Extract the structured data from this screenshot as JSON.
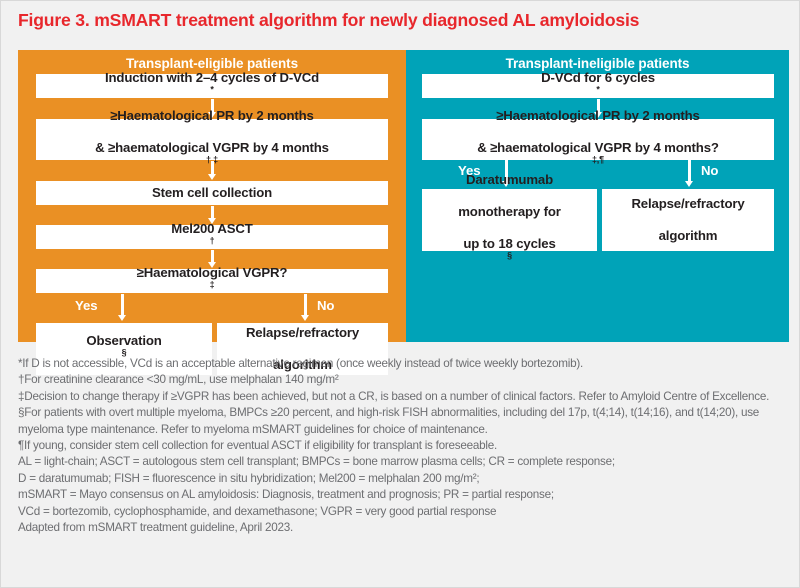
{
  "figure": {
    "title": "Figure 3. mSMART treatment algorithm for newly diagnosed AL amyloidosis",
    "title_color": "#e8272c",
    "background_color": "#f1f1f1"
  },
  "panels": {
    "eligible": {
      "heading": "Transplant-eligible patients",
      "color": "#ea9024",
      "nodes": [
        {
          "id": "induction",
          "text": "Induction with 2–4 cycles of D-VCd",
          "sup": "*"
        },
        {
          "id": "response-assessment",
          "line1": "≥Haematological PR by 2 months",
          "line2": "& ≥haematological VGPR by 4 months",
          "sup": "†,‡"
        },
        {
          "id": "stem-cell-collection",
          "text": "Stem cell collection",
          "sup": ""
        },
        {
          "id": "mel200-asct",
          "text": "Mel200 ASCT",
          "sup": "†"
        },
        {
          "id": "vgpr-question",
          "text": "≥Haematological VGPR?",
          "sup": "‡"
        },
        {
          "id": "observation",
          "text": "Observation",
          "sup": "§"
        },
        {
          "id": "relapse-refractory",
          "line1": "Relapse/refractory",
          "line2": "algorithm",
          "sup": ""
        }
      ],
      "branch_yes": "Yes",
      "branch_no": "No"
    },
    "ineligible": {
      "heading": "Transplant-ineligible patients",
      "color": "#00a3b8",
      "nodes": [
        {
          "id": "dvcd-6-cycles",
          "text": "D-VCd for 6 cycles",
          "sup": "*"
        },
        {
          "id": "response-assessment",
          "line1": "≥Haematological PR by 2 months",
          "line2": "& ≥haematological VGPR by 4 months?",
          "sup": "‡,¶"
        },
        {
          "id": "daratumumab-mono",
          "line1": "Daratumumab",
          "line2": "monotherapy for",
          "line3": "up to 18 cycles",
          "sup": "§"
        },
        {
          "id": "relapse-refractory",
          "line1": "Relapse/refractory",
          "line2": "algorithm",
          "sup": ""
        }
      ],
      "branch_yes": "Yes",
      "branch_no": "No"
    }
  },
  "footnotes": {
    "symbol_notes": [
      "*If D is not accessible, VCd is an acceptable alternative regimen (once weekly instead of twice weekly bortezomib).",
      "†For creatinine clearance <30 mg/mL, use melphalan 140 mg/m²",
      "‡Decision to change therapy if ≥VGPR has been achieved, but not a CR, is based on a number of clinical factors. Refer to Amyloid Centre of Excellence.",
      "§For patients with overt multiple myeloma, BMPCs ≥20 percent, and high-risk FISH abnormalities, including del 17p, t(4;14), t(14;16), and t(14;20), use myeloma type maintenance. Refer to myeloma mSMART guidelines for choice of maintenance.",
      "¶If young, consider stem cell collection for eventual ASCT if eligibility for transplant is foreseeable."
    ],
    "abbreviations": [
      "AL = light-chain; ASCT = autologous stem cell transplant; BMPCs = bone marrow plasma cells; CR = complete response;",
      "D = daratumumab; FISH = fluorescence in situ hybridization; Mel200 = melphalan 200 mg/m²;",
      "mSMART = Mayo consensus on AL amyloidosis: Diagnosis, treatment and prognosis; PR = partial response;",
      "VCd = bortezomib, cyclophosphamide, and dexamethasone; VGPR = very good partial response"
    ],
    "source": "Adapted from mSMART treatment guideline, April 2023."
  }
}
